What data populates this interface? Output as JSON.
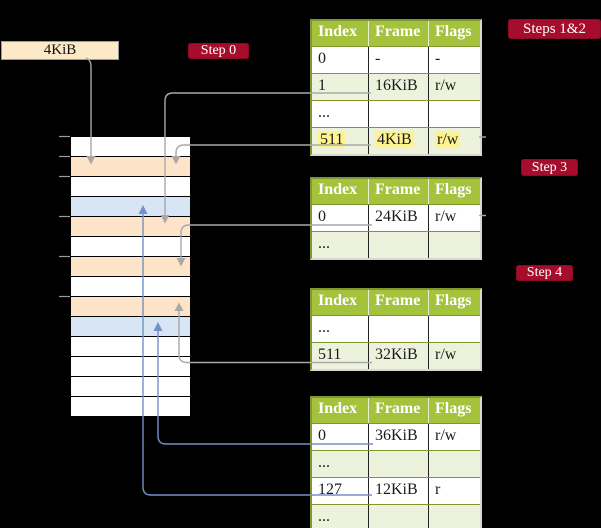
{
  "frame_box": {
    "label": "4KiB"
  },
  "badges": {
    "step0": "Step 0",
    "steps12": "Steps 1&2",
    "step3": "Step 3",
    "step4": "Step 4"
  },
  "tables": {
    "headers": [
      "Index",
      "Frame",
      "Flags"
    ],
    "t1": {
      "rows": [
        [
          "0",
          "-",
          "-"
        ],
        [
          "1",
          "16KiB",
          "r/w"
        ],
        [
          "...",
          "",
          ""
        ],
        [
          "511",
          "4KiB",
          "r/w"
        ]
      ]
    },
    "t2": {
      "rows": [
        [
          "0",
          "24KiB",
          "r/w"
        ],
        [
          "...",
          "",
          ""
        ]
      ]
    },
    "t3": {
      "rows": [
        [
          "...",
          "",
          ""
        ],
        [
          "511",
          "32KiB",
          "r/w"
        ]
      ]
    },
    "t4": {
      "rows": [
        [
          "0",
          "36KiB",
          "r/w"
        ],
        [
          "...",
          "",
          ""
        ],
        [
          "127",
          "12KiB",
          "r"
        ],
        [
          "...",
          "",
          ""
        ]
      ]
    }
  },
  "memory": {
    "rows": [
      "white",
      "peach",
      "white",
      "blue",
      "peach",
      "white",
      "peach",
      "white",
      "peach",
      "blue",
      "white",
      "white",
      "white",
      "white"
    ]
  },
  "arrows": [
    {
      "from": "frame-box-4KiB",
      "to": "memory-row-2",
      "color": "gray"
    },
    {
      "from": "table1-row-1-16KiB",
      "to": "memory-row-5",
      "color": "gray"
    },
    {
      "from": "table1-row-511-4KiB",
      "to": "memory-row-2",
      "color": "gray"
    },
    {
      "from": "table2-row-0-24KiB",
      "to": "memory-row-7",
      "color": "gray"
    },
    {
      "from": "table3-row-511-32KiB",
      "to": "memory-row-9",
      "color": "gray"
    },
    {
      "from": "table4-row-0-36KiB",
      "to": "memory-row-10",
      "color": "blue"
    },
    {
      "from": "table4-row-127-12KiB",
      "to": "memory-row-4",
      "color": "blue"
    }
  ],
  "colors": {
    "bg": "#000000",
    "cream": "#fbe9c7",
    "peach": "#fde3c8",
    "blueRow": "#d7e5f5",
    "rowWhite": "#ffffff",
    "hdrGreen": "#a5c23c",
    "rowGreen": "#edf2dc",
    "olive": "#7f972e",
    "tableEdge": "#d8d8d0",
    "badgeRed": "#a60c2c",
    "lineGray": "#a9a9a9",
    "lineBlue": "#7291c7",
    "hlYellow": "#fdf391",
    "textDark": "#1a1a1a",
    "tickGray": "#9a9a9a",
    "cellSep": "#222222",
    "headerSep": "#e9f0d2",
    "boxBorder": "#9a9a9a"
  }
}
